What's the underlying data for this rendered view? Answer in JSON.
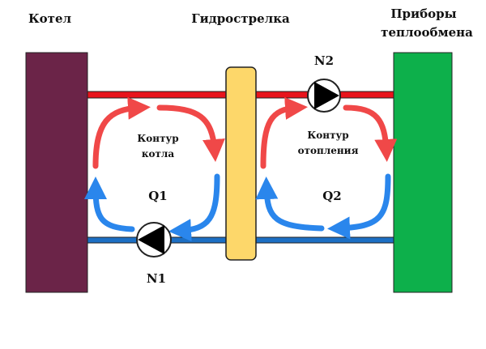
{
  "labels": {
    "boiler": "Котел",
    "separator": "Гидрострелка",
    "heat_exchangers_line1": "Приборы",
    "heat_exchangers_line2": "теплообмена",
    "pump_top": "N2",
    "pump_bottom": "N1",
    "boiler_loop_line1": "Контур",
    "boiler_loop_line2": "котла",
    "heating_loop_line1": "Контур",
    "heating_loop_line2": "отопления",
    "flow_left": "Q1",
    "flow_right": "Q2"
  },
  "colors": {
    "boiler": "#6b2448",
    "separator": "#fdd76a",
    "heat_exchangers": "#0db04b",
    "supply": "#e8141c",
    "return": "#1c6fc4",
    "arrow_hot": "#f04848",
    "arrow_cold": "#2a86ec"
  }
}
